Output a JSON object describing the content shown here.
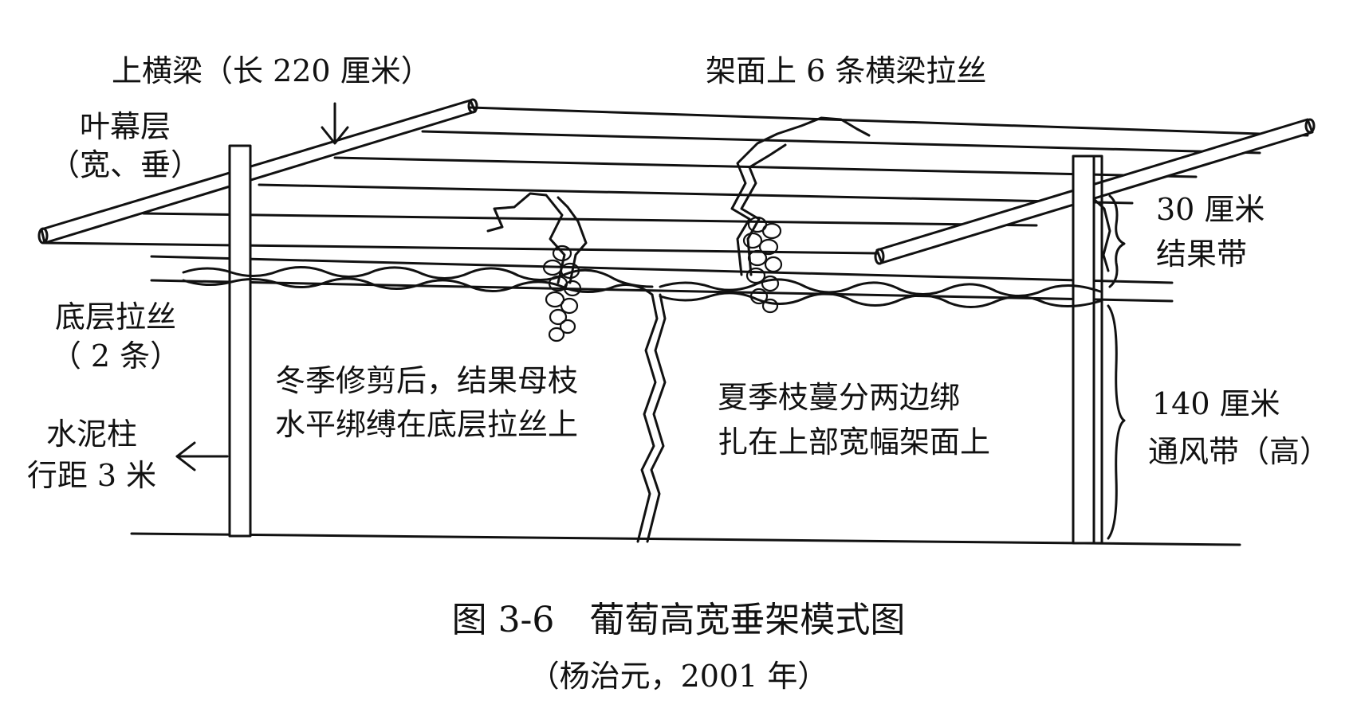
{
  "labels": {
    "top_beam": "上横梁（长 220 厘米）",
    "top_wires": "架面上 6 条横梁拉丝",
    "canopy_line1": "叶幕层",
    "canopy_line2": "（宽、垂）",
    "fruit_zone_line1": "30 厘米",
    "fruit_zone_line2": "结果带",
    "bottom_wire_line1": "底层拉丝",
    "bottom_wire_line2": "（ 2 条）",
    "winter_line1": "冬季修剪后，结果母枝",
    "winter_line2": "水平绑缚在底层拉丝上",
    "summer_line1": "夏季枝蔓分两边绑",
    "summer_line2": "扎在上部宽幅架面上",
    "vent_zone_line1": "140 厘米",
    "vent_zone_line2": "通风带（高）",
    "post_line1": "水泥柱",
    "post_line2": "行距 3 米"
  },
  "caption": {
    "title": "图 3-6　葡萄高宽垂架模式图",
    "source": "（杨治元，2001 年）"
  }
}
